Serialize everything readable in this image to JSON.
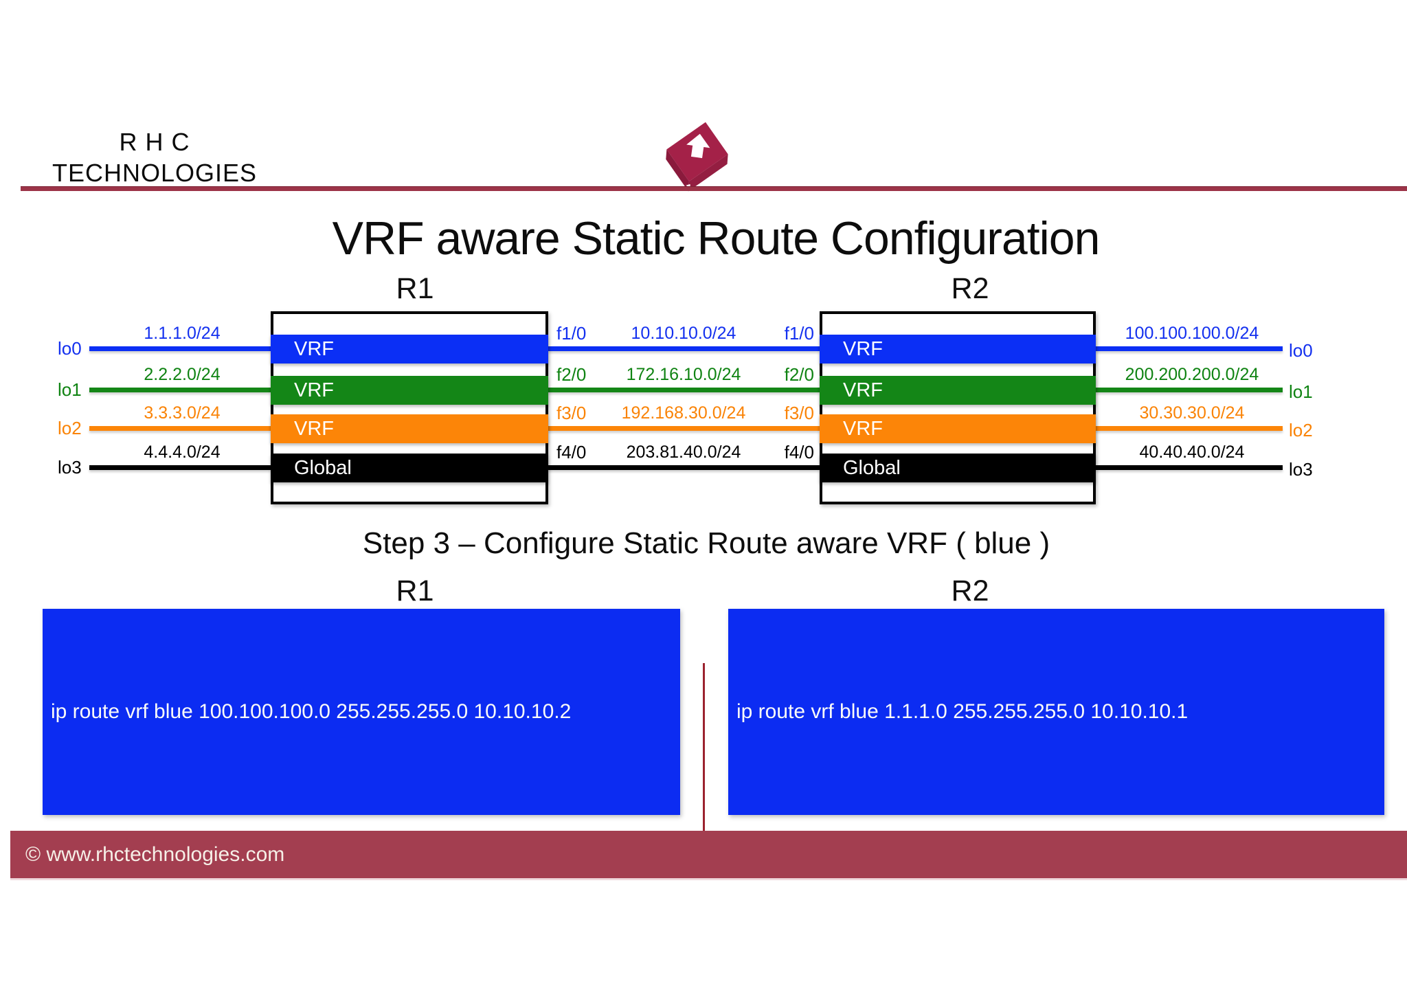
{
  "header": {
    "brand_line1": "R H C",
    "brand_line2": "TECHNOLOGIES"
  },
  "title": "VRF aware Static Route Configuration",
  "diagram": {
    "r1_label": "R1",
    "r2_label": "R2",
    "rows": [
      {
        "band_label": "VRF",
        "color": "#0b2ff5",
        "r1_loopback": "lo0",
        "r1_network": "1.1.1.0/24",
        "r1_interface": "f1/0",
        "link_network": "10.10.10.0/24",
        "r2_interface": "f1/0",
        "r2_network": "100.100.100.0/24",
        "r2_loopback": "lo0"
      },
      {
        "band_label": "VRF",
        "color": "#148617",
        "r1_loopback": "lo1",
        "r1_network": "2.2.2.0/24",
        "r1_interface": "f2/0",
        "link_network": "172.16.10.0/24",
        "r2_interface": "f2/0",
        "r2_network": "200.200.200.0/24",
        "r2_loopback": "lo1"
      },
      {
        "band_label": "VRF",
        "color": "#fc8508",
        "r1_loopback": "lo2",
        "r1_network": "3.3.3.0/24",
        "r1_interface": "f3/0",
        "link_network": "192.168.30.0/24",
        "r2_interface": "f3/0",
        "r2_network": "30.30.30.0/24",
        "r2_loopback": "lo2"
      },
      {
        "band_label": "Global",
        "color": "#000000",
        "r1_loopback": "lo3",
        "r1_network": "4.4.4.0/24",
        "r1_interface": "f4/0",
        "link_network": "203.81.40.0/24",
        "r2_interface": "f4/0",
        "r2_network": "40.40.40.0/24",
        "r2_loopback": "lo3"
      }
    ]
  },
  "step": {
    "heading": "Step 3 – Configure Static Route aware VRF ( blue )",
    "r1_label": "R1",
    "r2_label": "R2",
    "r1_command": "ip route vrf blue 100.100.100.0 255.255.255.0 10.10.10.2",
    "r2_command": "ip route vrf blue 1.1.1.0 255.255.255.0 10.10.10.1"
  },
  "footer": {
    "text": "© www.rhctechnologies.com"
  },
  "colors": {
    "blue": "#0b2ff5",
    "green": "#148617",
    "orange": "#fc8508",
    "black": "#000000",
    "maroon_bar": "#a33e50",
    "accent_rule": "#9c3448",
    "command_box": "#0c2cf2",
    "divider_line": "#9b222e"
  }
}
